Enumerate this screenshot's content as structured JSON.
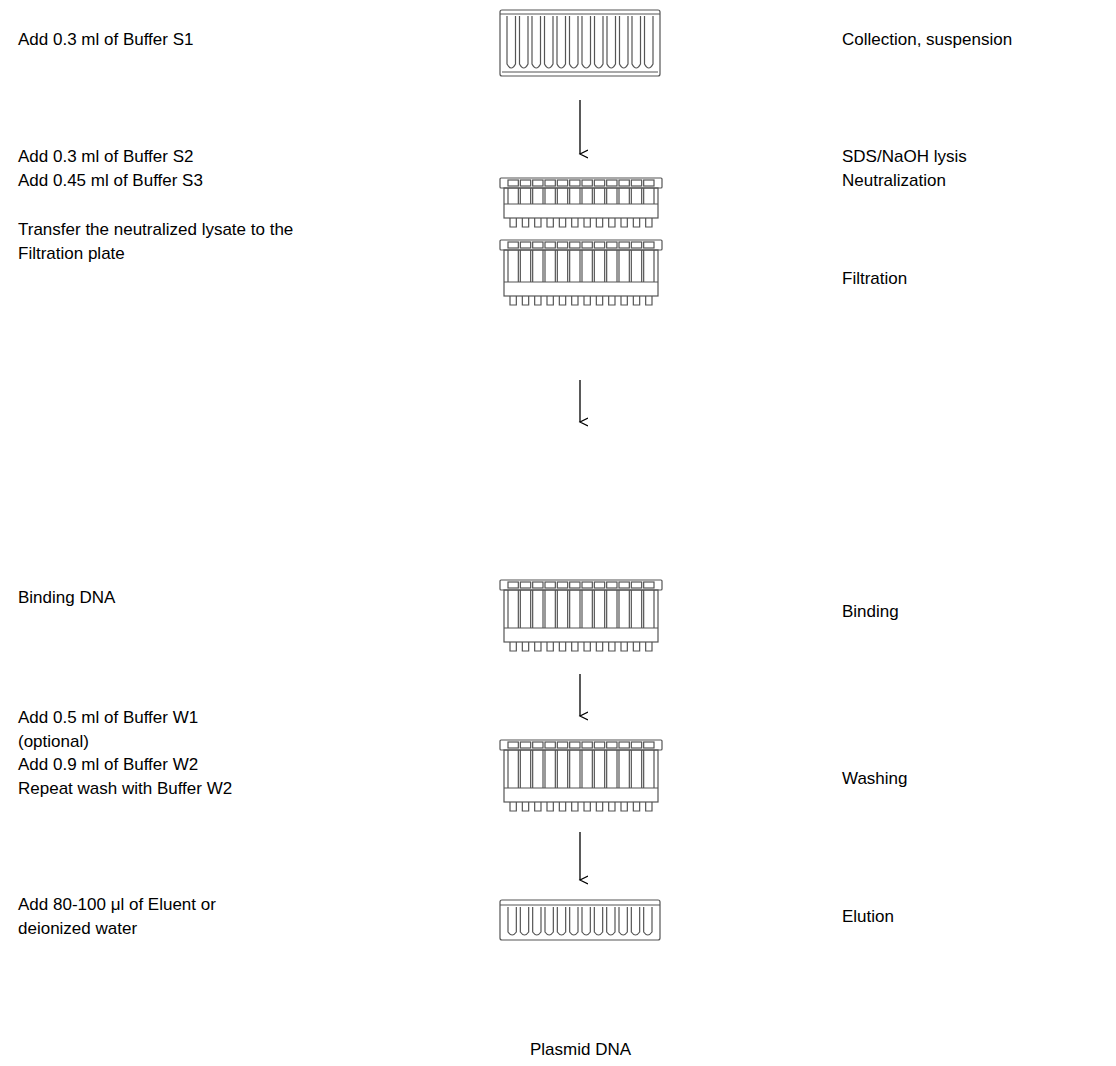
{
  "diagram": {
    "labels": [
      "Add 0.3 ml of Buffer S1",
      "Collection, suspension",
      "Add 0.3 ml of Buffer S2",
      "Add 0.45 ml of Buffer S3",
      "SDS/NaOH lysis",
      "Neutralization",
      "Transfer the neutralized lysate to the Filtration plate",
      "Filtration",
      "Binding DNA",
      "Binding",
      "Add 0.5 ml of Buffer W1 (optional)",
      "Add 0.9 ml of Buffer W2",
      "Repeat wash with Buffer W2",
      "Washing",
      "Add 80-100 μl of Eluent or deionized water",
      "Elution",
      "Plasmid DNA"
    ]
  }
}
